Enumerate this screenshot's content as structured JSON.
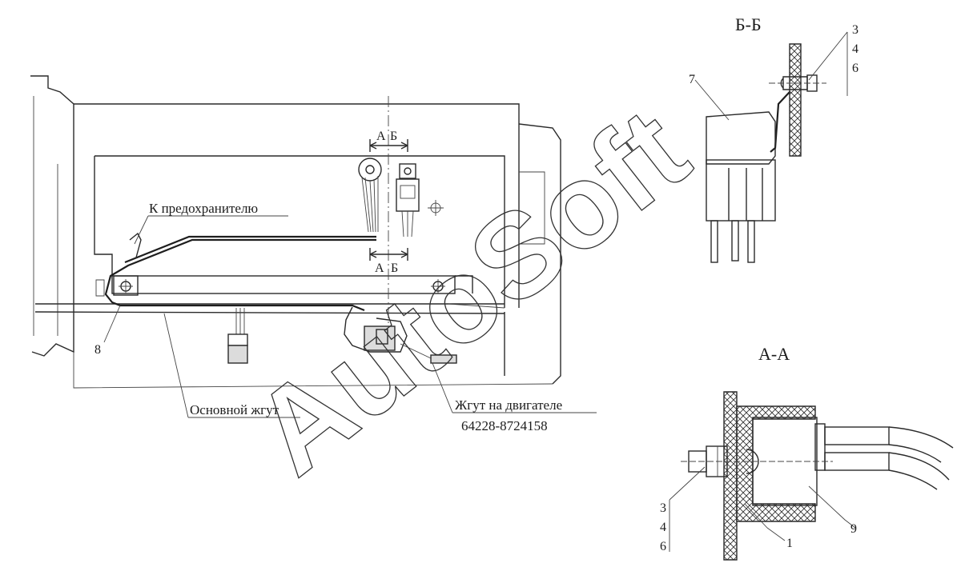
{
  "labels": {
    "to_fuse": "К предохранителю",
    "main_harness": "Основной жгут",
    "engine_harness": "Жгут на двигателе",
    "engine_harness_number": "64228-8724158"
  },
  "sections": {
    "bb_title": "Б-Б",
    "aa_title": "А-А",
    "cut_a": "А",
    "cut_b": "Б"
  },
  "callouts": {
    "n1": "1",
    "n3": "3",
    "n4": "4",
    "n6": "6",
    "n7": "7",
    "n8": "8",
    "n9": "9"
  },
  "watermark": "AutoSoft"
}
